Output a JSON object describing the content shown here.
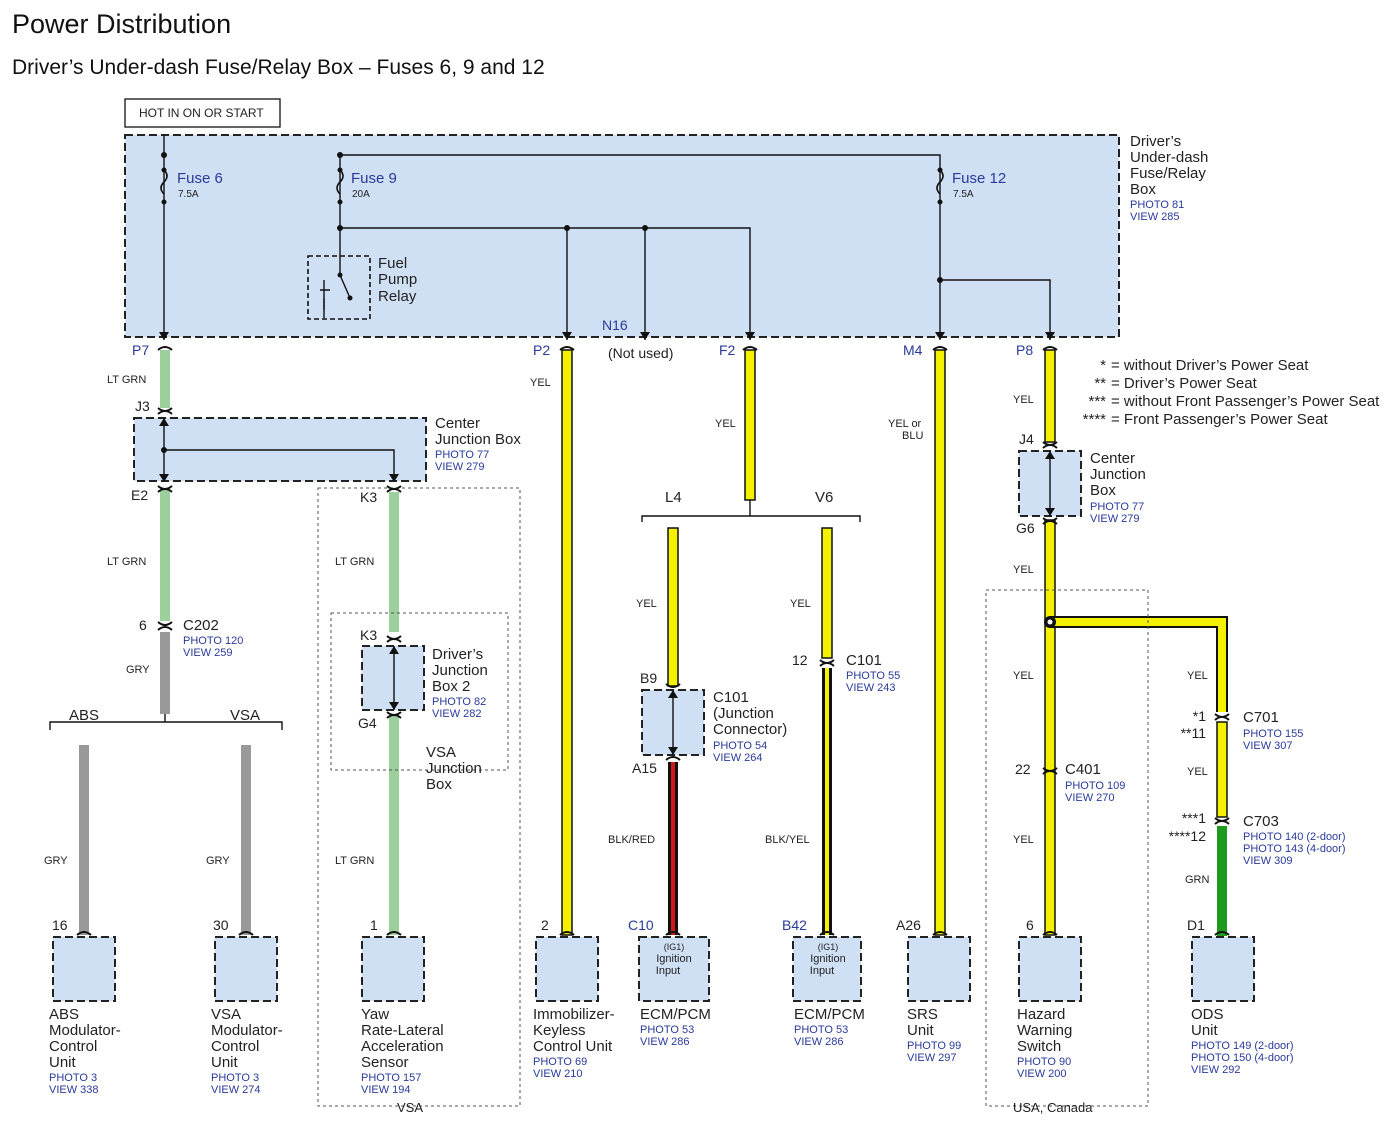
{
  "page": {
    "title": "Power Distribution",
    "subtitle": "Driver’s Under-dash Fuse/Relay Box – Fuses 6, 9 and 12",
    "hot_label": "HOT IN ON OR START"
  },
  "fuse_box": {
    "name": [
      "Driver’s",
      "Under-dash",
      "Fuse/Relay",
      "Box"
    ],
    "photo": "PHOTO 81",
    "view": "VIEW 285",
    "fuses": [
      {
        "name": "Fuse 6",
        "rating": "7.5A"
      },
      {
        "name": "Fuse 9",
        "rating": "20A"
      },
      {
        "name": "Fuse 12",
        "rating": "7.5A"
      }
    ],
    "relay": [
      "Fuel",
      "Pump",
      "Relay"
    ],
    "n16_pin": "N16",
    "not_used": "(Not used)"
  },
  "pins": {
    "p7": "P7",
    "p2": "P2",
    "f2": "F2",
    "m4": "M4",
    "p8": "P8",
    "j3": "J3",
    "e2": "E2",
    "k3_top": "K3",
    "k3": "K3",
    "g4": "G4",
    "j4": "J4",
    "g6": "G6",
    "c202_pin": "6",
    "c202": "C202",
    "l4": "L4",
    "v6": "V6",
    "b9": "B9",
    "a15": "A15",
    "c101_pin": "12",
    "c101": "C101",
    "c401_pin": "22",
    "c401": "C401",
    "c701_a": "*1",
    "c701_b": "**11",
    "c701": "C701",
    "c703_a": "***1",
    "c703_b": "****12",
    "c703": "C703",
    "abs": "ABS",
    "vsa": "VSA"
  },
  "refs": {
    "c202_photo": "PHOTO 120",
    "c202_view": "VIEW 259",
    "c101_photo": "PHOTO 55",
    "c101_view": "VIEW 243",
    "c401_photo": "PHOTO 109",
    "c401_view": "VIEW 270",
    "c701_photo": "PHOTO 155",
    "c701_view": "VIEW 307",
    "c703_photo1": "PHOTO 140 (2-door)",
    "c703_photo2": "PHOTO 143 (4-door)",
    "c703_view": "VIEW 309"
  },
  "wires": {
    "ltgrn": "LT GRN",
    "yel": "YEL",
    "gry": "GRY",
    "grn": "GRN",
    "blkred": "BLK/RED",
    "blkyel": "BLK/YEL",
    "yelblu_1": "YEL or",
    "yelblu_2": "BLU"
  },
  "junction_boxes": {
    "center": {
      "name": [
        "Center",
        "Junction Box"
      ],
      "photo": "PHOTO 77",
      "view": "VIEW 279"
    },
    "center2": {
      "name": [
        "Center",
        "Junction",
        "Box"
      ],
      "photo": "PHOTO 77",
      "view": "VIEW 279"
    },
    "drivers2": {
      "name": [
        "Driver’s",
        "Junction",
        "Box 2"
      ],
      "photo": "PHOTO 82",
      "view": "VIEW 282"
    },
    "vsa": {
      "name": [
        "VSA",
        "Junction",
        "Box"
      ]
    },
    "c101jc": {
      "name": [
        "C101",
        "(Junction",
        "Connector)"
      ],
      "photo": "PHOTO 54",
      "view": "VIEW 264"
    }
  },
  "legend": [
    {
      "key": "*",
      "text": "= without Driver’s Power Seat"
    },
    {
      "key": "**",
      "text": "= Driver’s Power Seat"
    },
    {
      "key": "***",
      "text": "= without Front Passenger’s Power Seat"
    },
    {
      "key": "****",
      "text": "= Front Passenger’s Power Seat"
    }
  ],
  "components": [
    {
      "pin": "16",
      "name": [
        "ABS",
        "Modulator-",
        "Control",
        "Unit"
      ],
      "photo": "PHOTO 3",
      "view": "VIEW 338"
    },
    {
      "pin": "30",
      "name": [
        "VSA",
        "Modulator-",
        "Control",
        "Unit"
      ],
      "photo": "PHOTO 3",
      "view": "VIEW 274"
    },
    {
      "pin": "1",
      "name": [
        "Yaw",
        "Rate-Lateral",
        "Acceleration",
        "Sensor"
      ],
      "photo": "PHOTO 157",
      "view": "VIEW 194"
    },
    {
      "pin": "2",
      "name": [
        "Immobilizer-",
        "Keyless",
        "Control Unit"
      ],
      "photo": "PHOTO 69",
      "view": "VIEW 210"
    },
    {
      "pin": "C10",
      "name": [
        "ECM/PCM"
      ],
      "photo": "PHOTO 53",
      "view": "VIEW 286",
      "inner": [
        "(IG1)",
        "Ignition",
        "Input"
      ]
    },
    {
      "pin": "B42",
      "name": [
        "ECM/PCM"
      ],
      "photo": "PHOTO 53",
      "view": "VIEW 286",
      "inner": [
        "(IG1)",
        "Ignition",
        "Input"
      ]
    },
    {
      "pin": "A26",
      "name": [
        "SRS",
        "Unit"
      ],
      "photo": "PHOTO 99",
      "view": "VIEW 297"
    },
    {
      "pin": "6",
      "name": [
        "Hazard",
        "Warning",
        "Switch"
      ],
      "photo": "PHOTO 90",
      "view": "VIEW 200"
    },
    {
      "pin": "D1",
      "name": [
        "ODS",
        "Unit"
      ],
      "photo": "PHOTO 149 (2-door)",
      "photo2": "PHOTO 150 (4-door)",
      "view": "VIEW 292"
    }
  ],
  "groups": {
    "vsa": "VSA",
    "usa": "USA, Canada"
  },
  "colors": {
    "box_fill": "#cfe0f4",
    "wire_ltgrn": "#9ccf9c",
    "wire_yel": "#f3f000",
    "wire_gry": "#999999",
    "wire_grn": "#1e9b1e",
    "wire_red": "#d11919",
    "link_blue": "#2a3a9a"
  }
}
